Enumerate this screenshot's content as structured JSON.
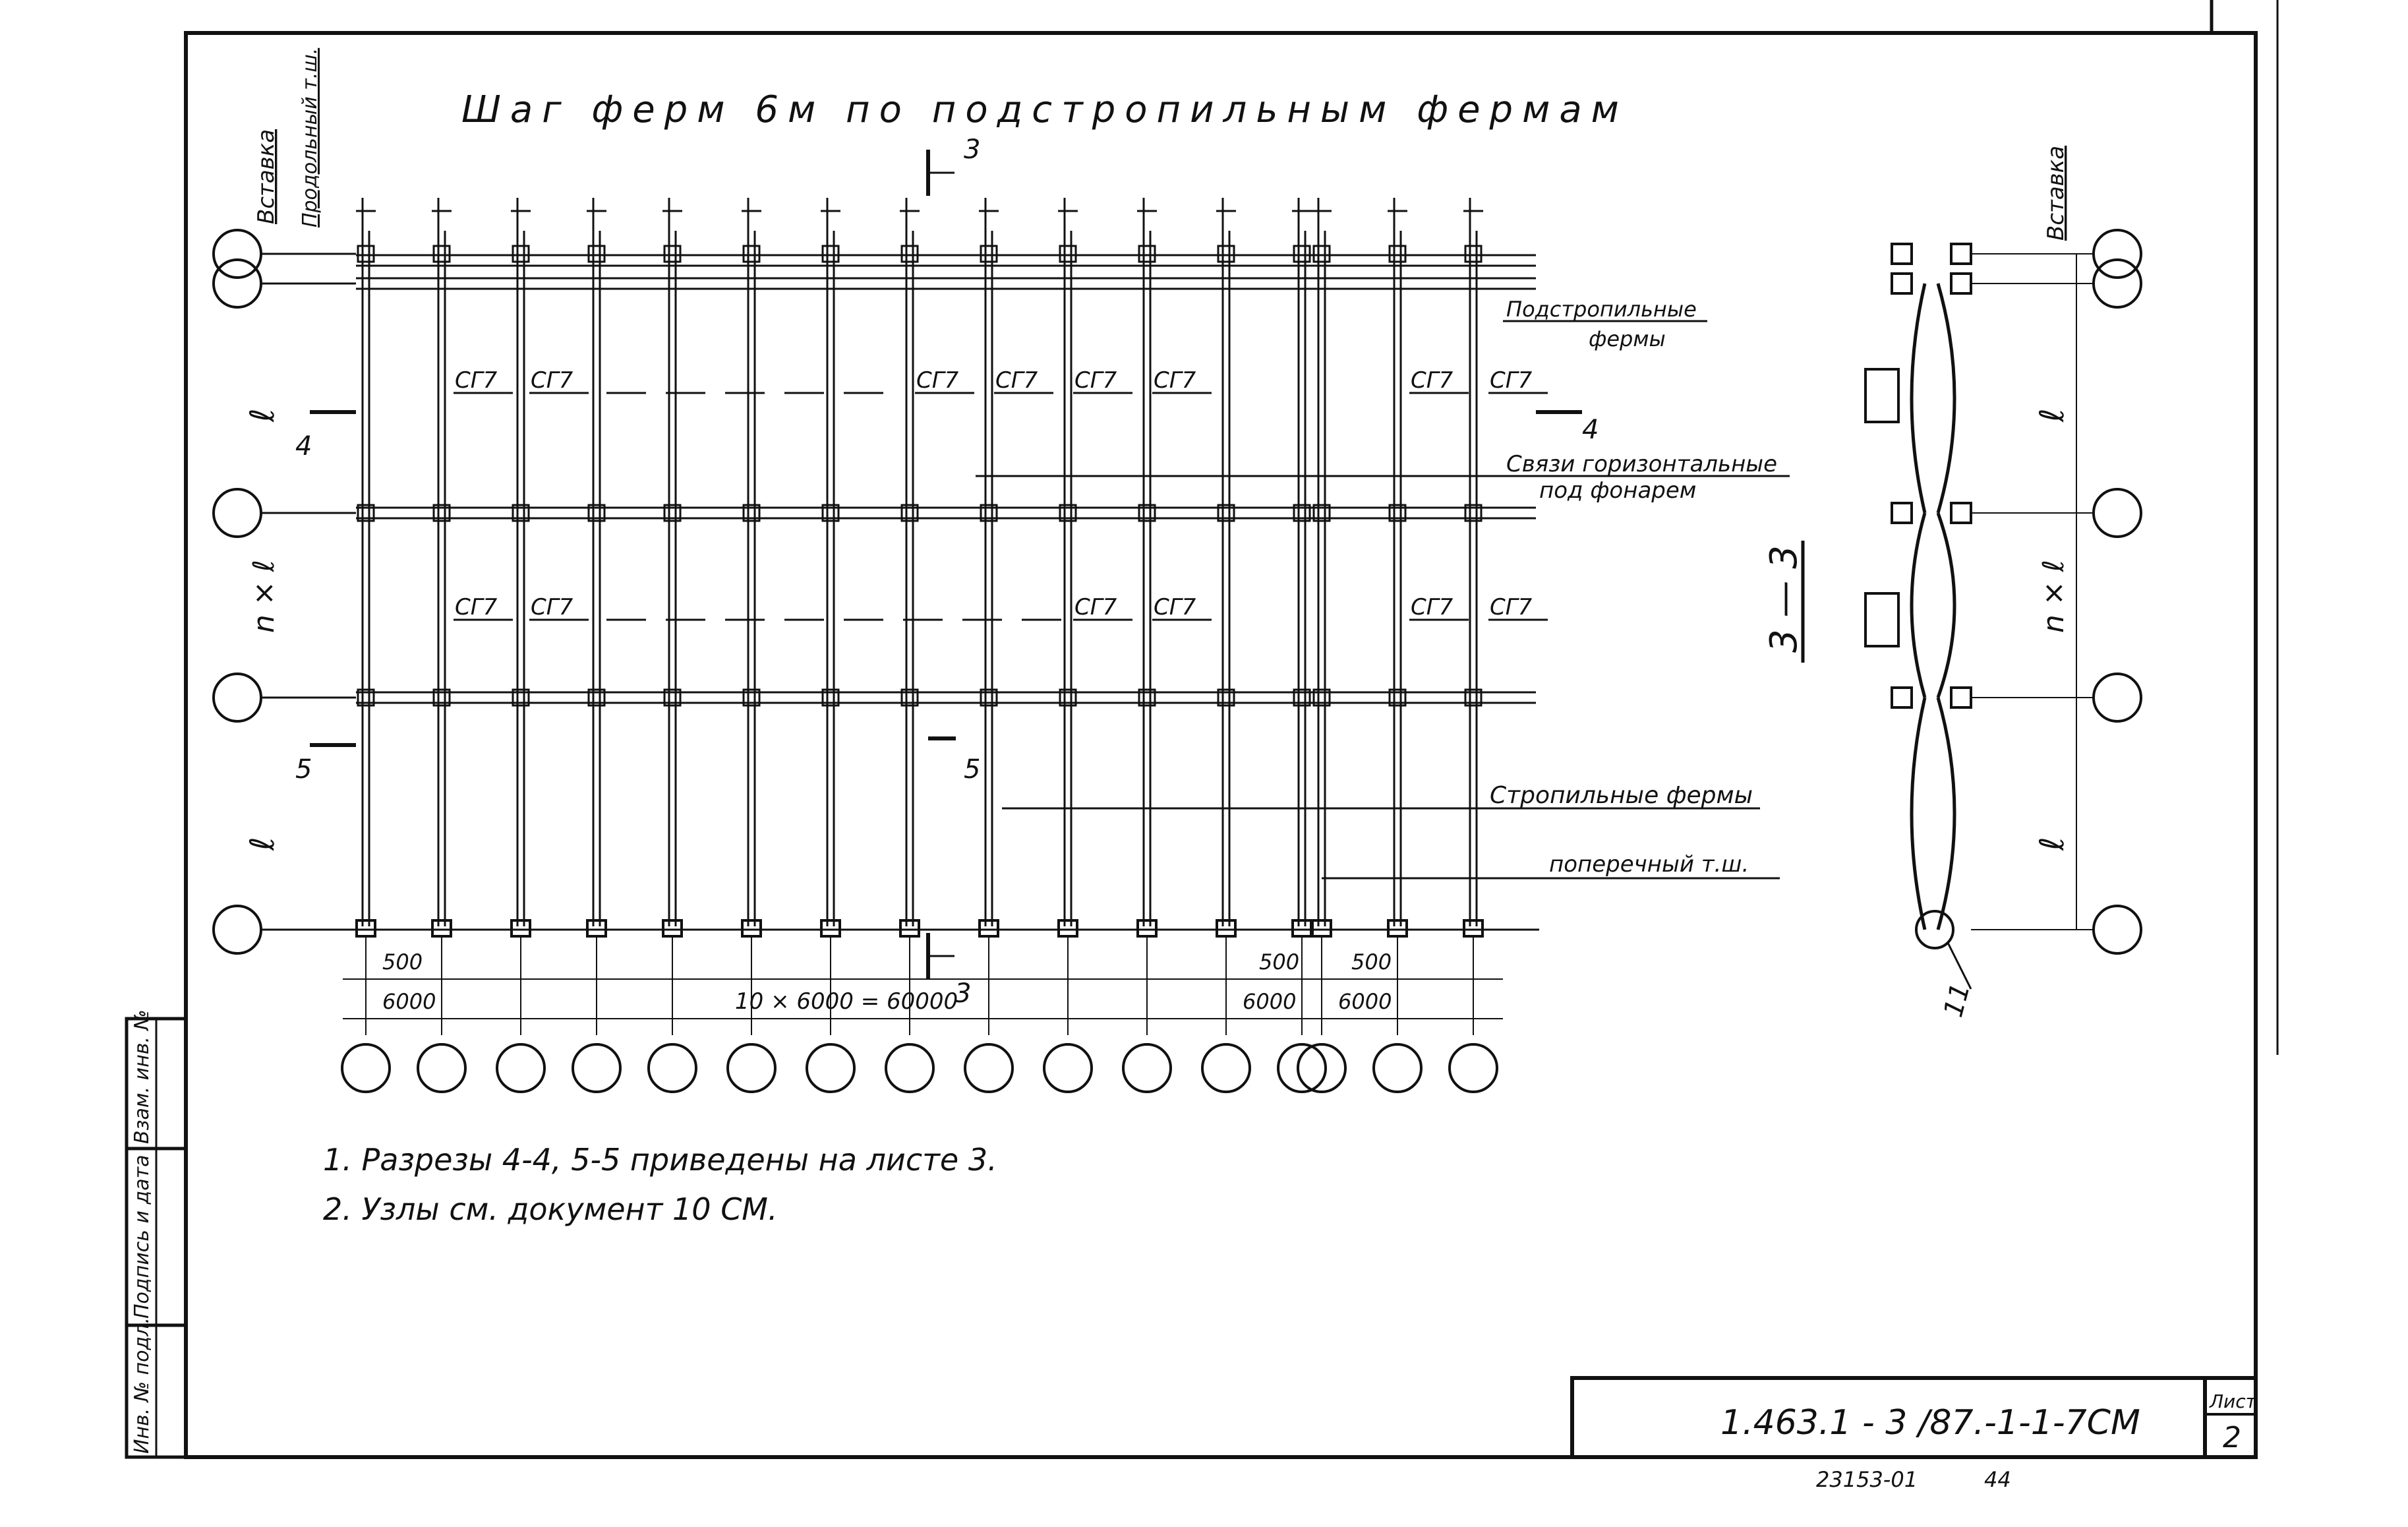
{
  "title": "Шаг ферм 6м по подстропильным фермам",
  "labels": {
    "insert_left": "Вставка",
    "longitudinal_joint": "Продольный т.ш.",
    "insert_right": "Вставка",
    "sub_rafter_trusses_l1": "Подстропильные",
    "sub_rafter_trusses_l2": "фермы",
    "horizontal_bracing_l1": "Связи горизонтальные",
    "horizontal_bracing_l2": "под фонарем",
    "rafter_trusses": "Стропильные фермы",
    "transverse_joint": "поперечный т.ш.",
    "section_3_3": "3 — 3",
    "node_11": "11"
  },
  "section_marks": {
    "s3": "3",
    "s4": "4",
    "s5": "5"
  },
  "bracing_mark": "СГ7",
  "row1_bracing_count": 8,
  "row2_bracing_count": 6,
  "vertical_dims": {
    "l": "ℓ",
    "nl": "n × ℓ"
  },
  "dimensions": {
    "d500_left": "500",
    "d6000_left": "6000",
    "total": "10 × 6000 = 60000",
    "d500_right_a": "500",
    "d500_right_b": "500",
    "d6000_right_a": "6000",
    "d6000_right_b": "6000"
  },
  "notes": [
    "1. Разрезы 4-4, 5-5 приведены на листе 3.",
    "2. Узлы см. документ 10 СМ."
  ],
  "title_block": {
    "designation": "1.463.1 - 3 /87.-1-1-7СМ",
    "sheet_label": "Лист",
    "sheet_number": "2",
    "stamp_code": "23153-01",
    "stamp_num": "44"
  },
  "side_stamp": {
    "inv_no": "Инв. № подл.",
    "sign_date": "Подпись и дата",
    "replace_inv": "Взам. инв. №"
  }
}
